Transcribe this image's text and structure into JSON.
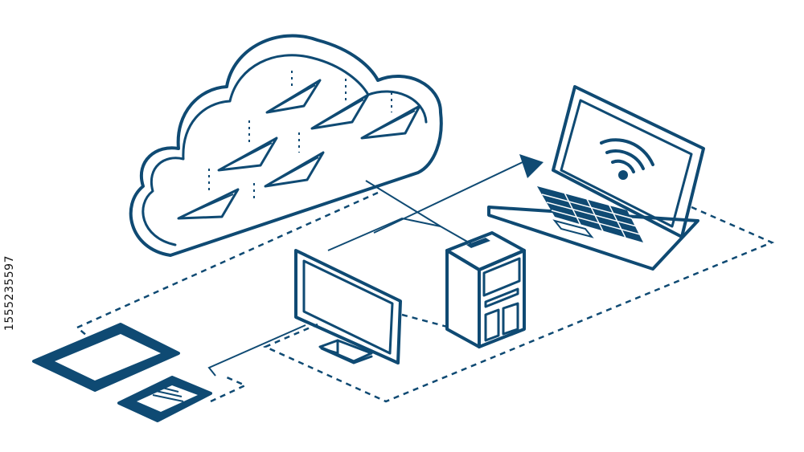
{
  "diagram": {
    "stock_id": "1555235597",
    "stroke_color": "#0f4a73",
    "nodes": [
      {
        "id": "cloud",
        "icon": "cloud-storage-icon"
      },
      {
        "id": "laptop",
        "icon": "laptop-wifi-icon"
      },
      {
        "id": "monitor",
        "icon": "desktop-monitor-icon"
      },
      {
        "id": "server",
        "icon": "server-tower-icon"
      },
      {
        "id": "tablet",
        "icon": "tablet-icon"
      },
      {
        "id": "phone",
        "icon": "smartphone-icon"
      }
    ]
  }
}
